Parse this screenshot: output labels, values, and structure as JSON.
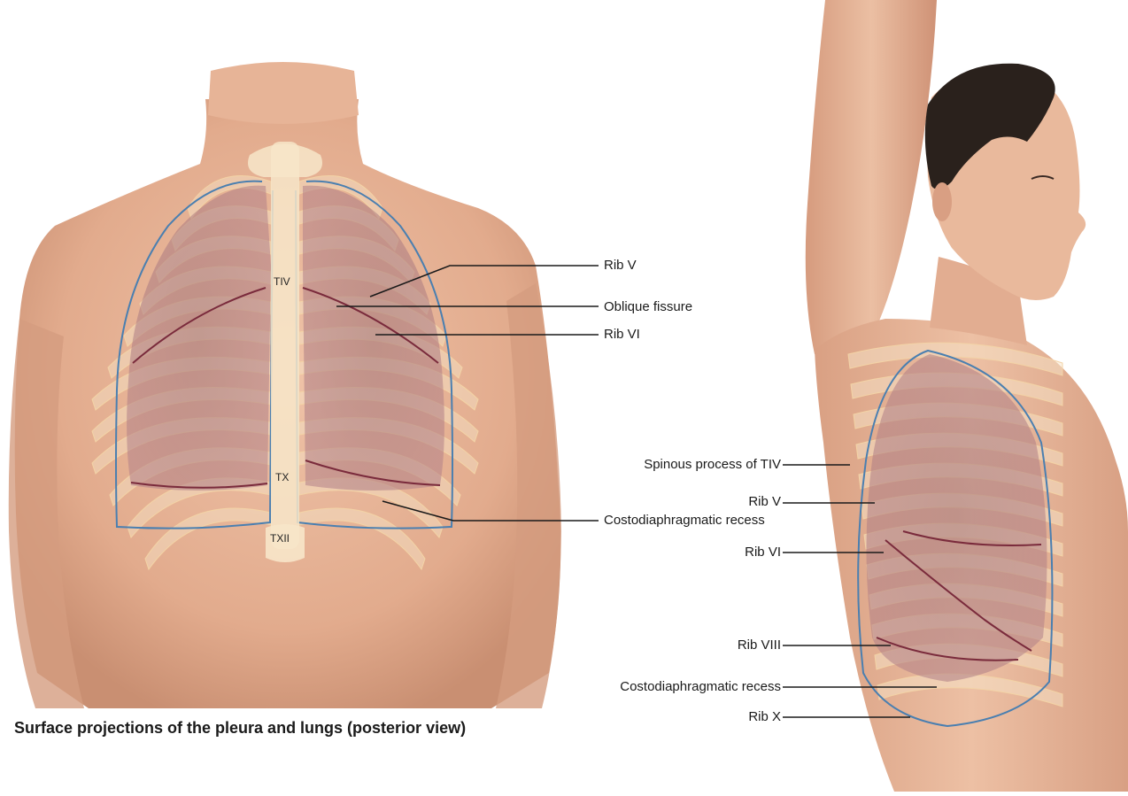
{
  "caption": "Surface projections of the pleura and lungs (posterior view)",
  "posterior_view": {
    "vertebra_labels": [
      "TIV",
      "TX",
      "TXII"
    ],
    "callouts": [
      "Rib V",
      "Oblique fissure",
      "Rib VI",
      "Costodiaphragmatic recess"
    ]
  },
  "lateral_view": {
    "callouts": [
      "Spinous process of TIV",
      "Rib V",
      "Rib VI",
      "Rib VIII",
      "Costodiaphragmatic recess",
      "Rib X"
    ]
  },
  "colors": {
    "skin": "#e8b79a",
    "skin_shadow": "#c98f72",
    "bone": "#f7e6c9",
    "lung": "#a0727a",
    "pleura_line": "#4a7fb0",
    "fissure_line": "#7a2b3c",
    "hair": "#2a211c"
  }
}
